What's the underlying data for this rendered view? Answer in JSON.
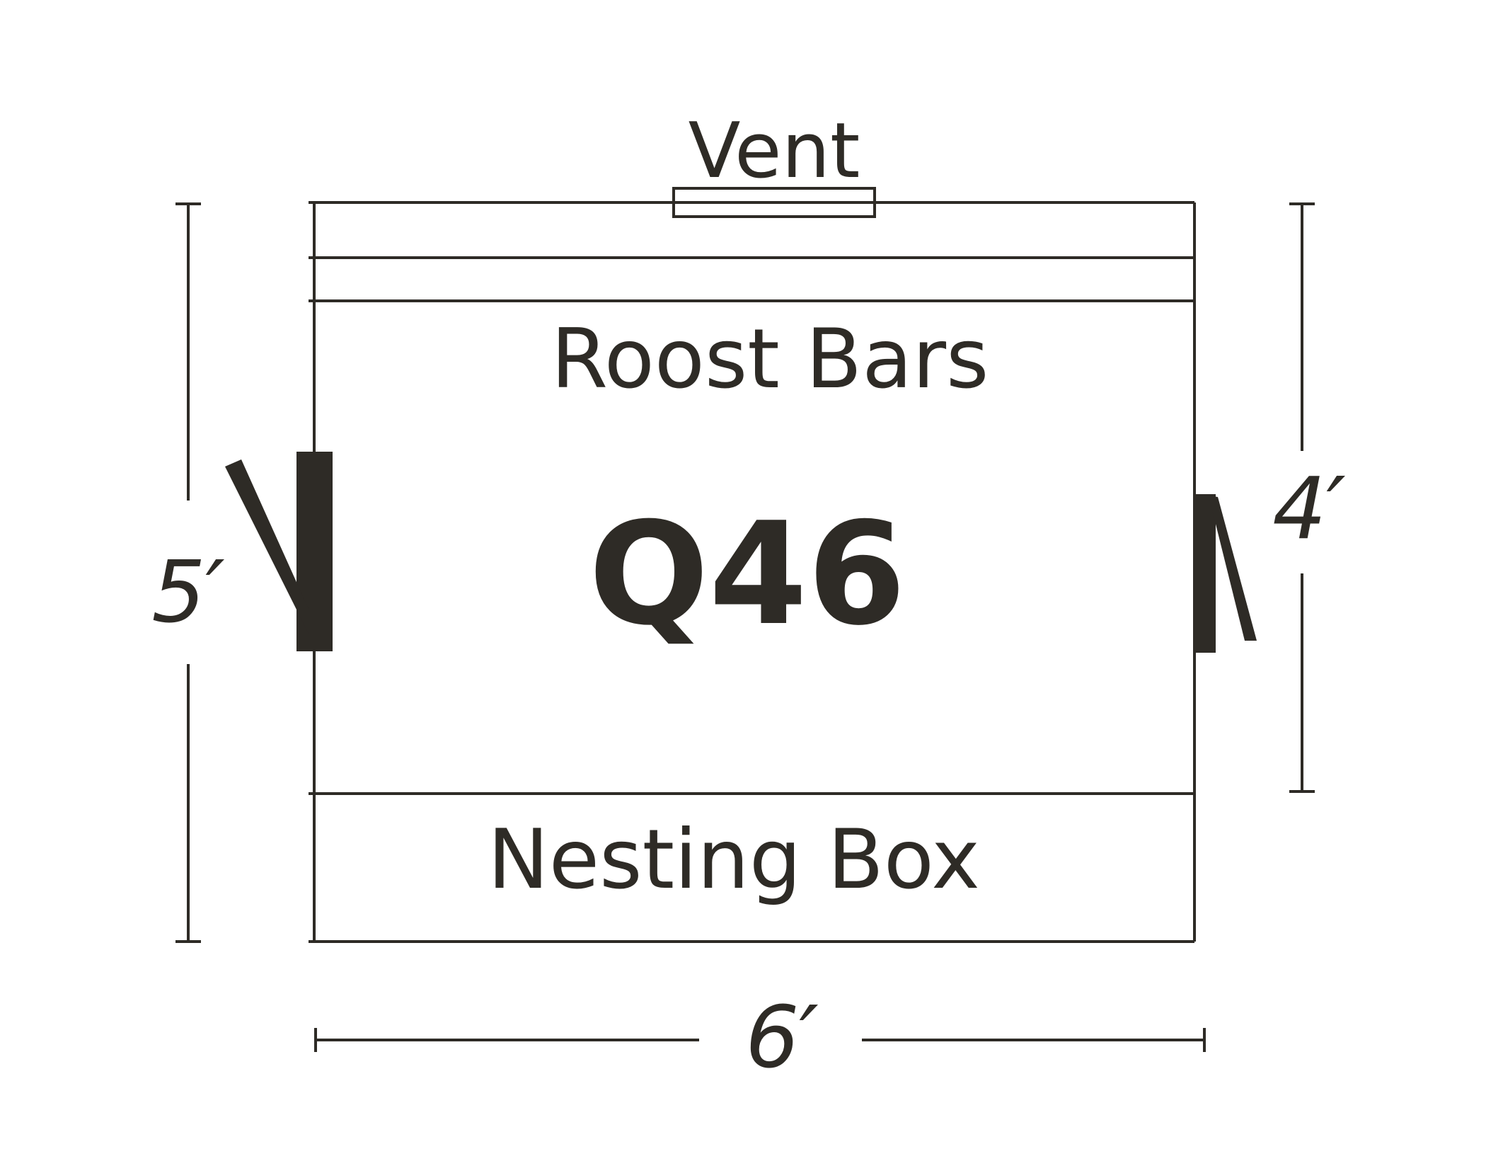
{
  "labels": {
    "vent": "Vent",
    "roost_bars": "Roost Bars",
    "plan_code": "Q46",
    "nesting_box": "Nesting Box"
  },
  "dimensions": {
    "left_height": "5′",
    "right_height": "4′",
    "width": "6′"
  },
  "colors": {
    "ink": "#2e2b26",
    "background": "#ffffff"
  }
}
